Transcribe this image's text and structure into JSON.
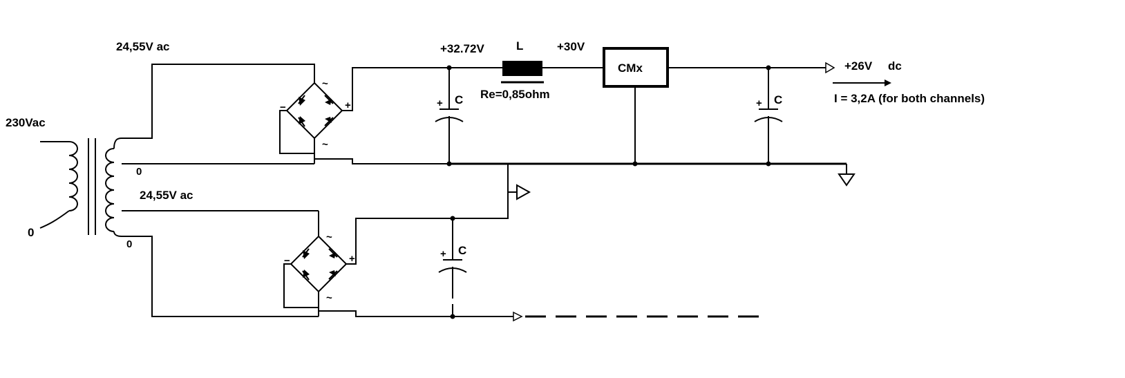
{
  "labels": {
    "mains_input": "230Vac",
    "primary_zero": "0",
    "secondary_top": "24,55V ac",
    "secondary_bottom": "24,55V ac",
    "center_tap_zero": "0",
    "bottom_zero": "0",
    "rectified_voltage": "+32.72V",
    "inductor": "L",
    "inductor_resistance": "Re=0,85ohm",
    "regulator_input": "+30V",
    "regulator": "CMx",
    "output_voltage": "+26V",
    "output_type": "dc",
    "output_current": "I = 3,2A (for both channels)",
    "capacitor": "C",
    "cap_plus": "+",
    "bridge_minus": "−",
    "bridge_plus": "+",
    "bridge_ac": "~"
  }
}
